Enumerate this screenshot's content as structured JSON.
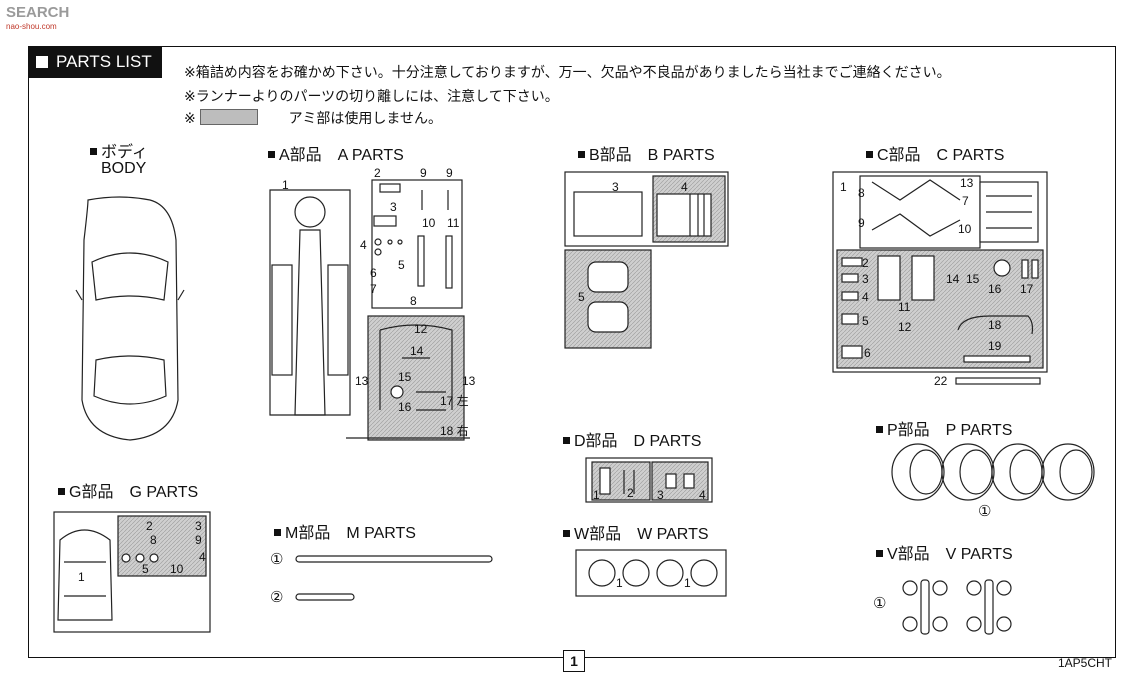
{
  "watermark": {
    "brand": "SEARCH",
    "site": "nao-shou.com"
  },
  "header": {
    "title": "PARTS LIST",
    "note1": "※箱詰め内容をお確かめ下さい。十分注意しておりますが、万一、欠品や不良品がありましたら当社までご連絡ください。",
    "note2": "※ランナーよりのパーツの切り離しには、注意して下さい。",
    "note3_prefix": "※",
    "note3_text": "アミ部は使用しません。"
  },
  "sections": {
    "body": {
      "jp": "ボディ",
      "en": "BODY"
    },
    "a": {
      "label": "A部品　A PARTS"
    },
    "b": {
      "label": "B部品　B PARTS"
    },
    "c": {
      "label": "C部品　C PARTS"
    },
    "d": {
      "label": "D部品　D PARTS"
    },
    "w": {
      "label": "W部品　W PARTS"
    },
    "p": {
      "label": "P部品　P PARTS"
    },
    "v": {
      "label": "V部品　V PARTS"
    },
    "g": {
      "label": "G部品　G PARTS"
    },
    "m": {
      "label": "M部品　M PARTS"
    }
  },
  "part_numbers": {
    "a": [
      "1",
      "2",
      "9",
      "9",
      "3",
      "10",
      "11",
      "4",
      "5",
      "6",
      "7",
      "8",
      "12",
      "14",
      "13",
      "15",
      "13",
      "16",
      "17 左",
      "18 右"
    ],
    "b": [
      "3",
      "4",
      "5"
    ],
    "c": [
      "1",
      "8",
      "13",
      "7",
      "9",
      "10",
      "2",
      "3",
      "4",
      "14",
      "15",
      "16",
      "17",
      "11",
      "5",
      "12",
      "18",
      "6",
      "19",
      "22"
    ],
    "d": [
      "1",
      "2",
      "3",
      "4"
    ],
    "w": [
      "1",
      "1"
    ],
    "p": [
      "①"
    ],
    "v": [
      "①"
    ],
    "g": [
      "1",
      "2",
      "3",
      "8",
      "9",
      "5",
      "10",
      "4"
    ],
    "m": [
      "①",
      "②"
    ]
  },
  "footer": {
    "page": "1",
    "code": "1AP5CHT"
  },
  "colors": {
    "ink": "#111111",
    "mesh_gray": "#bdbdbd"
  }
}
